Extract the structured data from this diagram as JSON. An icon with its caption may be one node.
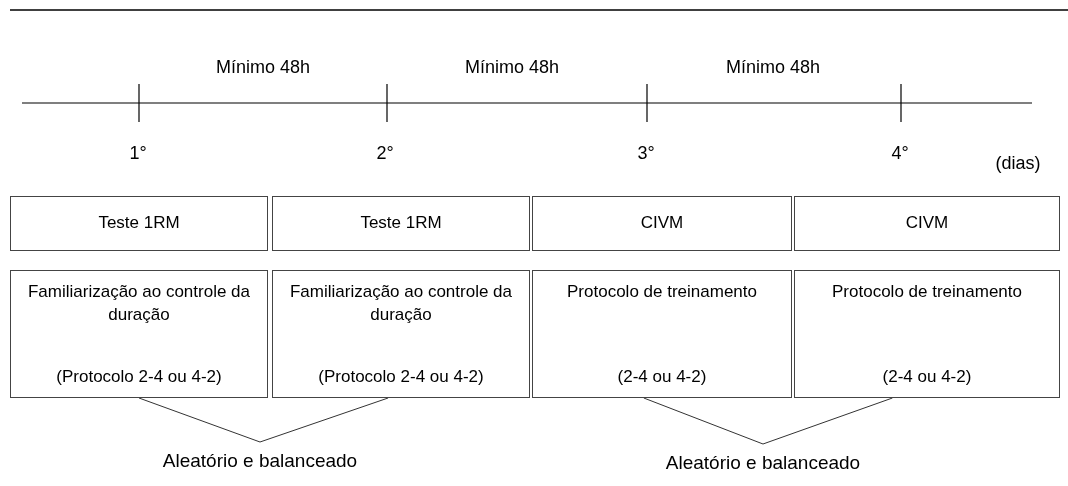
{
  "diagram": {
    "nodes": [
      {
        "text": [
          "Teste 1RM"
        ]
      },
      {
        "text": [
          "Teste 1RM"
        ]
      },
      {
        "text": [
          "CIVM"
        ]
      },
      {
        "text": [
          "CIVM"
        ]
      },
      {
        "text": [
          "Familiarização ao controle da duração",
          "(Protocolo 2-4 ou 4-2)"
        ]
      },
      {
        "text": [
          "Familiarização ao controle da duração",
          "(Protocolo 2-4 ou 4-2)"
        ]
      },
      {
        "text": [
          "Protocolo de treinamento",
          "(2-4 ou 4-2)"
        ]
      },
      {
        "text": [
          "Protocolo de treinamento",
          "(2-4 ou 4-2)"
        ]
      },
      {
        "text": [
          "Aleatório e balanceado"
        ]
      },
      {
        "text": [
          "Aleatório e balanceado"
        ]
      }
    ],
    "edges": [
      {
        "from": 4,
        "to": 8,
        "arrow": "none"
      },
      {
        "from": 5,
        "to": 8,
        "arrow": "none"
      },
      {
        "from": 6,
        "to": 9,
        "arrow": "none"
      },
      {
        "from": 7,
        "to": 9,
        "arrow": "none"
      }
    ],
    "labels": [
      "Mínimo 48h",
      "Mínimo 48h",
      "Mínimo 48h",
      "1°",
      "2°",
      "3°",
      "4°",
      "(dias)"
    ]
  }
}
